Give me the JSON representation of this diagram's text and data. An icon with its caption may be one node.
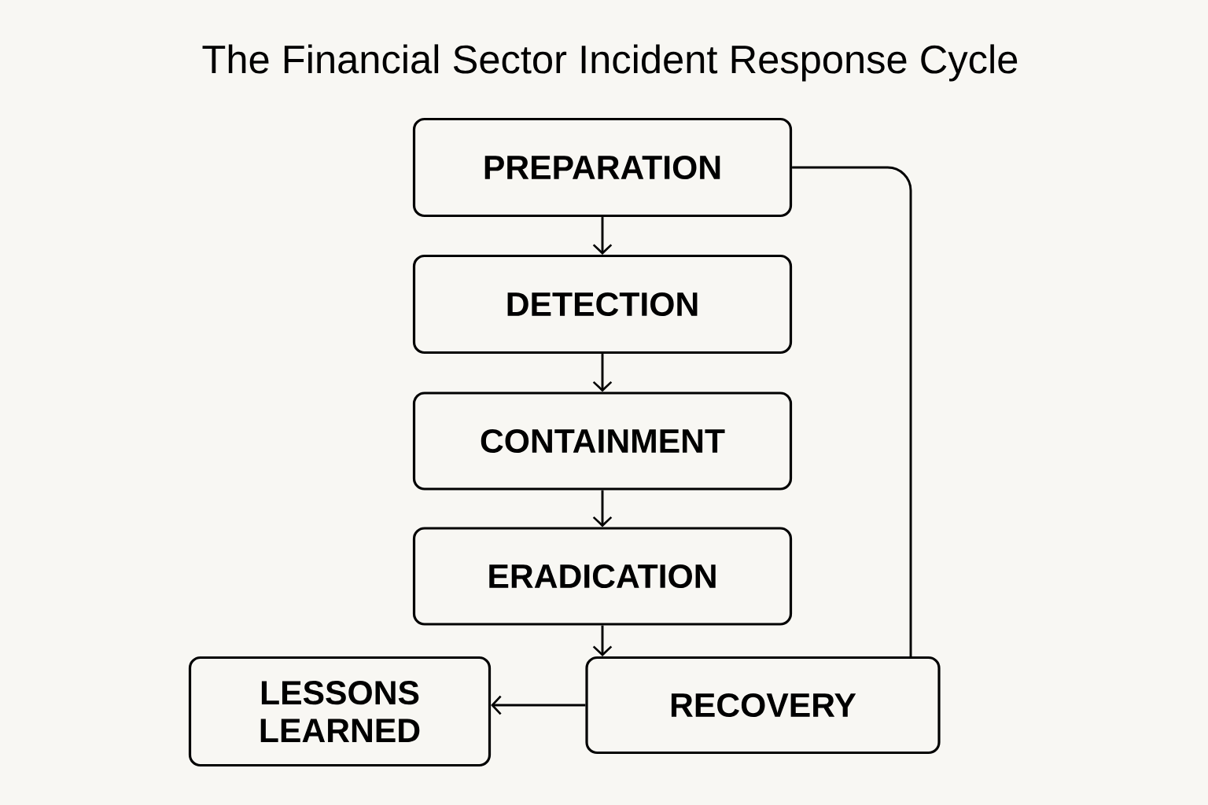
{
  "diagram": {
    "title": "The Financial Sector Incident Response Cycle",
    "nodes": [
      {
        "text": [
          "PREPARATION"
        ]
      },
      {
        "text": [
          "DETECTION"
        ]
      },
      {
        "text": [
          "CONTAINMENT"
        ]
      },
      {
        "text": [
          "ERADICATION"
        ]
      },
      {
        "text": [
          "RECOVERY"
        ]
      },
      {
        "text": [
          "LESSONS LEARNED"
        ]
      }
    ],
    "edges": [
      {
        "from": 0,
        "to": 1,
        "arrow": "to"
      },
      {
        "from": 1,
        "to": 2,
        "arrow": "to"
      },
      {
        "from": 2,
        "to": 3,
        "arrow": "to"
      },
      {
        "from": 3,
        "to": 4,
        "arrow": "to"
      },
      {
        "from": 4,
        "to": 5,
        "arrow": "to"
      },
      {
        "from": 0,
        "to": 4,
        "arrow": "none"
      }
    ]
  }
}
